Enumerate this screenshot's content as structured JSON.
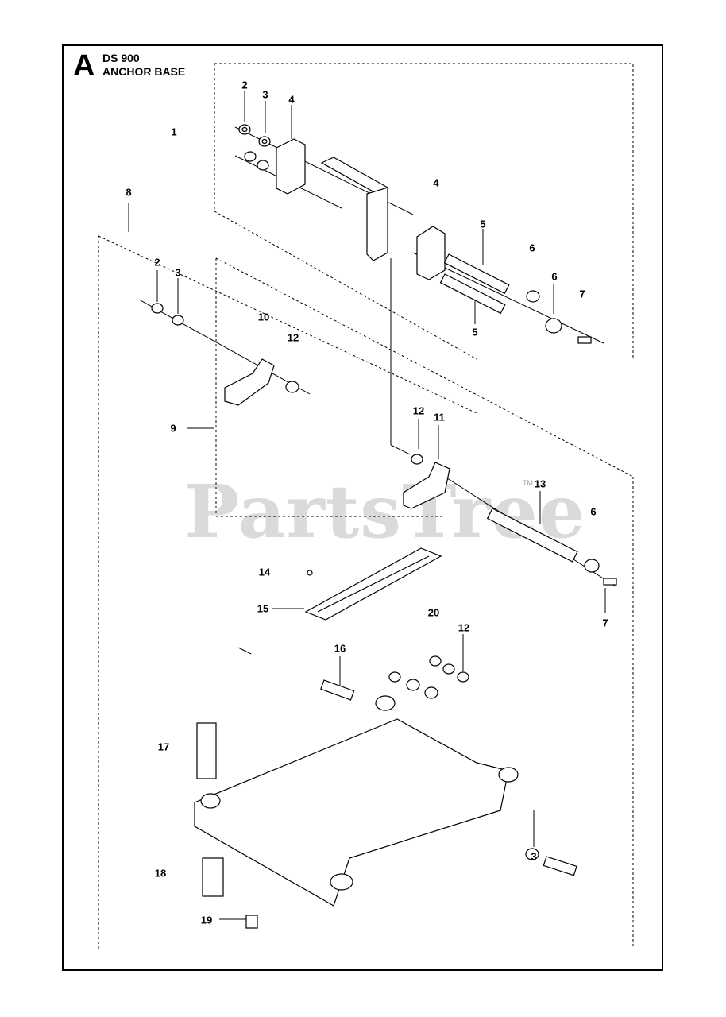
{
  "header": {
    "section_letter": "A",
    "model": "DS 900",
    "title": "ANCHOR BASE"
  },
  "watermark": {
    "text": "PartsTree",
    "tm": "TM"
  },
  "callouts": [
    {
      "id": "c2a",
      "label": "2"
    },
    {
      "id": "c3a",
      "label": "3"
    },
    {
      "id": "c4a",
      "label": "4"
    },
    {
      "id": "c1",
      "label": "1"
    },
    {
      "id": "c4b",
      "label": "4"
    },
    {
      "id": "c8",
      "label": "8"
    },
    {
      "id": "c5a",
      "label": "5"
    },
    {
      "id": "c6a",
      "label": "6"
    },
    {
      "id": "c2b",
      "label": "2"
    },
    {
      "id": "c3b",
      "label": "3"
    },
    {
      "id": "c6b",
      "label": "6"
    },
    {
      "id": "c7a",
      "label": "7"
    },
    {
      "id": "c10",
      "label": "10"
    },
    {
      "id": "c5b",
      "label": "5"
    },
    {
      "id": "c12a",
      "label": "12"
    },
    {
      "id": "c12b",
      "label": "12"
    },
    {
      "id": "c11",
      "label": "11"
    },
    {
      "id": "c9",
      "label": "9"
    },
    {
      "id": "c13",
      "label": "13"
    },
    {
      "id": "c6c",
      "label": "6"
    },
    {
      "id": "c14",
      "label": "14"
    },
    {
      "id": "c15",
      "label": "15"
    },
    {
      "id": "c20",
      "label": "20"
    },
    {
      "id": "c7b",
      "label": "7"
    },
    {
      "id": "c12c",
      "label": "12"
    },
    {
      "id": "c16",
      "label": "16"
    },
    {
      "id": "c17",
      "label": "17"
    },
    {
      "id": "c3c",
      "label": "3"
    },
    {
      "id": "c18",
      "label": "18"
    },
    {
      "id": "c19",
      "label": "19"
    }
  ]
}
